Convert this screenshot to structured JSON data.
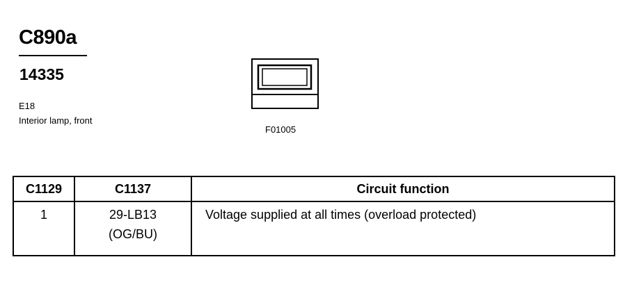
{
  "header": {
    "connector_id": "C890a",
    "part_number": "14335",
    "component_code": "E18",
    "component_description": "Interior lamp, front"
  },
  "figure": {
    "code": "F01005",
    "icon": "connector-face-icon"
  },
  "table": {
    "columns": [
      "C1129",
      "C1137",
      "Circuit function"
    ],
    "rows": [
      {
        "c1129": "1",
        "c1137_line1": "29-LB13",
        "c1137_line2": "(OG/BU)",
        "function": "Voltage supplied at all times (overload protected)"
      }
    ]
  }
}
